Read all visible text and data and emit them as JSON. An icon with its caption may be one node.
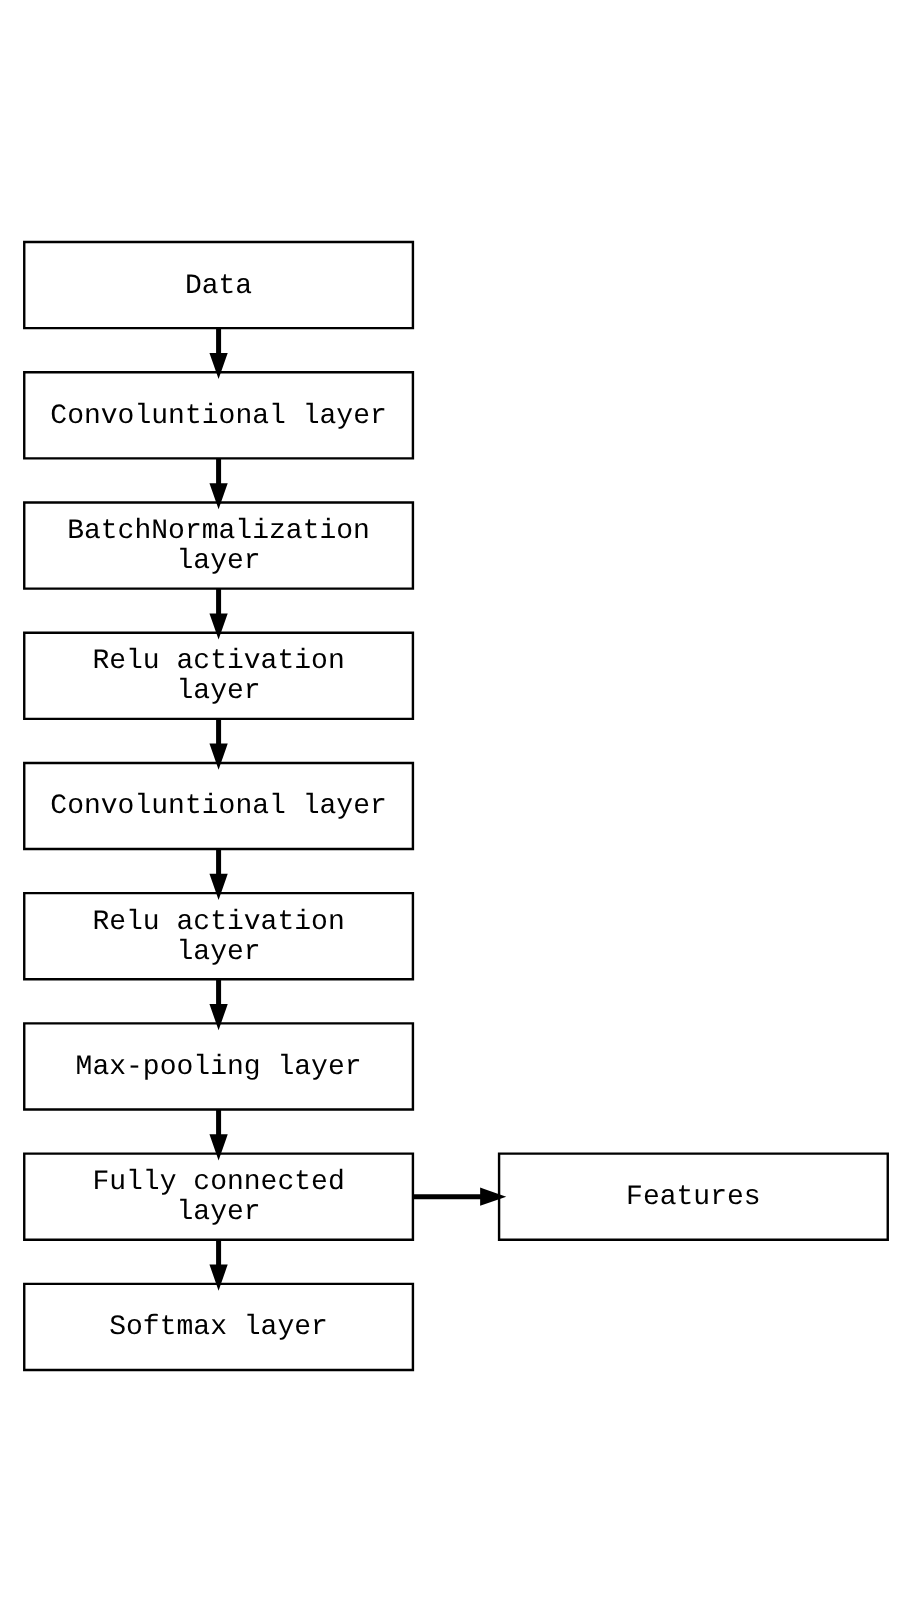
{
  "diagram": {
    "nodes": [
      {
        "text": [
          "Data"
        ]
      },
      {
        "text": [
          "Convoluntional layer"
        ]
      },
      {
        "text": [
          "BatchNormalization layer"
        ]
      },
      {
        "text": [
          "Relu activation layer"
        ]
      },
      {
        "text": [
          "Convoluntional layer"
        ]
      },
      {
        "text": [
          "Relu activation layer"
        ]
      },
      {
        "text": [
          "Max-pooling layer"
        ]
      },
      {
        "text": [
          "Fully connected layer"
        ]
      },
      {
        "text": [
          "Features"
        ]
      },
      {
        "text": [
          "Softmax layer"
        ]
      }
    ],
    "edges": [
      {
        "from": 0,
        "to": 1,
        "arrow": "to"
      },
      {
        "from": 1,
        "to": 2,
        "arrow": "to"
      },
      {
        "from": 2,
        "to": 3,
        "arrow": "to"
      },
      {
        "from": 3,
        "to": 4,
        "arrow": "to"
      },
      {
        "from": 4,
        "to": 5,
        "arrow": "to"
      },
      {
        "from": 5,
        "to": 6,
        "arrow": "to"
      },
      {
        "from": 6,
        "to": 7,
        "arrow": "to"
      },
      {
        "from": 7,
        "to": 8,
        "arrow": "to"
      },
      {
        "from": 7,
        "to": 9,
        "arrow": "to"
      }
    ]
  }
}
